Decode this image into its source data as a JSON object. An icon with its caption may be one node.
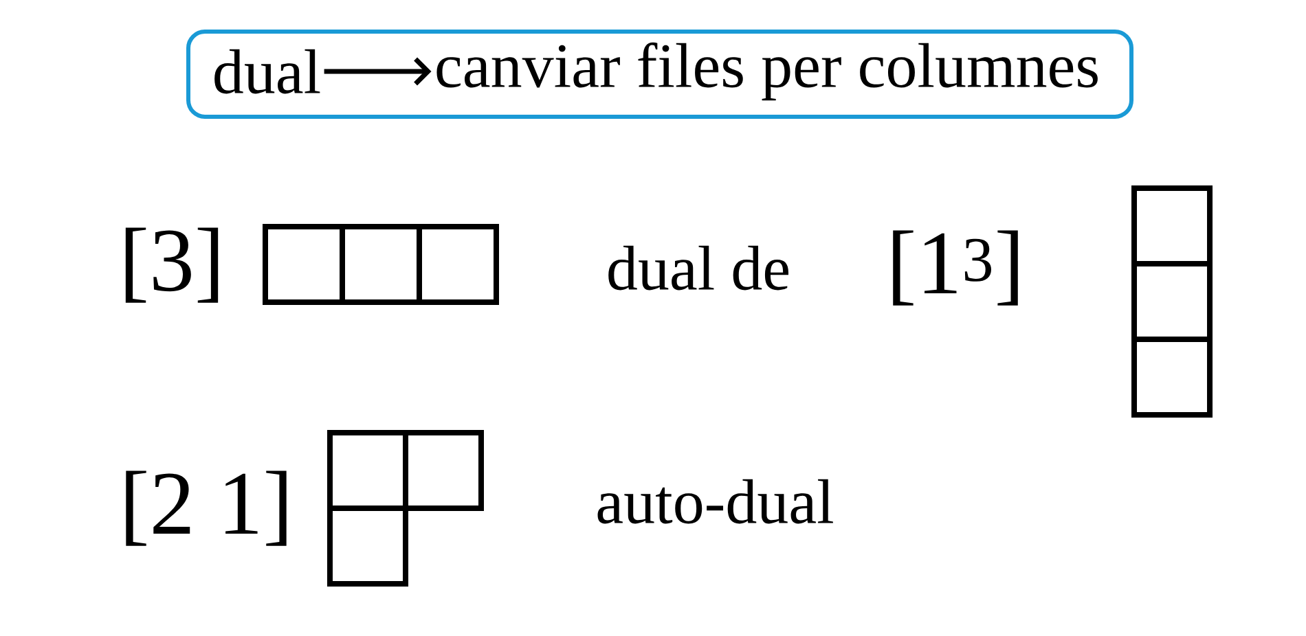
{
  "diagram": {
    "nodes": [
      {
        "text": [],
        "shape": "box"
      },
      {
        "text": [
          "dual"
        ],
        "in": 0
      },
      {
        "text": [
          "canviar files per columnes"
        ],
        "in": 0
      }
    ],
    "edges": [
      {
        "from": 1,
        "to": 2,
        "arrow": "to"
      }
    ],
    "labels": [
      "[3]",
      "dual de",
      "[1$^{3}$]",
      "[2 1]",
      "auto-dual"
    ]
  }
}
